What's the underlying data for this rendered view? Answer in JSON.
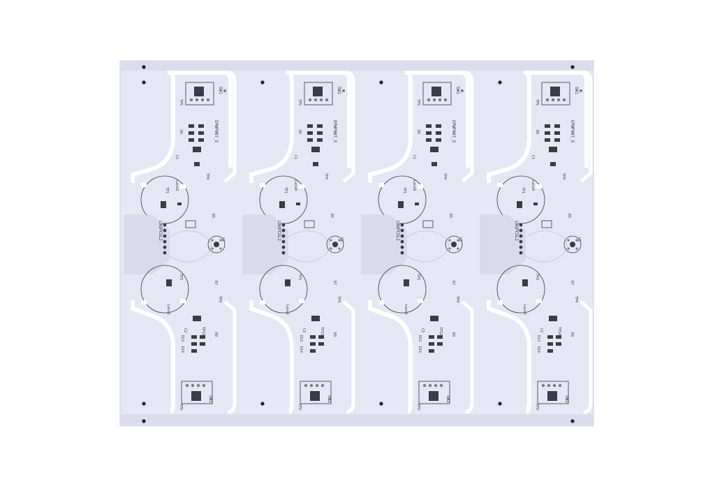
{
  "photo": {
    "subject": "panelized-pcb",
    "colors": {
      "background": "#ffffff",
      "board": "#e6e6f4",
      "board_edge": "#d2d2e2",
      "rail": "#dcdcec",
      "routing_slot": "#ffffff",
      "silkscreen": "#3a3a44",
      "component": "#3c3c46",
      "pad": "#7a7a88",
      "hole": "#1e1e24"
    },
    "unit_count": 4,
    "silkscreen": {
      "board_name": "LAGPCSL2",
      "version_code": "EPWP007_E",
      "switch_label": "SW1",
      "switch_label_bottom": "SW2",
      "lens_label_top": "Lens8",
      "lens_label_bottom": "Lens1",
      "test_points": [
        "TP1",
        "TP2",
        "TP4",
        "TP5",
        "TP8",
        "TP9",
        "TP12"
      ],
      "diodes": [
        "D5",
        "D13",
        "D14"
      ],
      "resistors": [
        "R6",
        "R7",
        "R9"
      ],
      "caps": [
        "C1",
        "C2"
      ],
      "u_label": "U1"
    }
  }
}
